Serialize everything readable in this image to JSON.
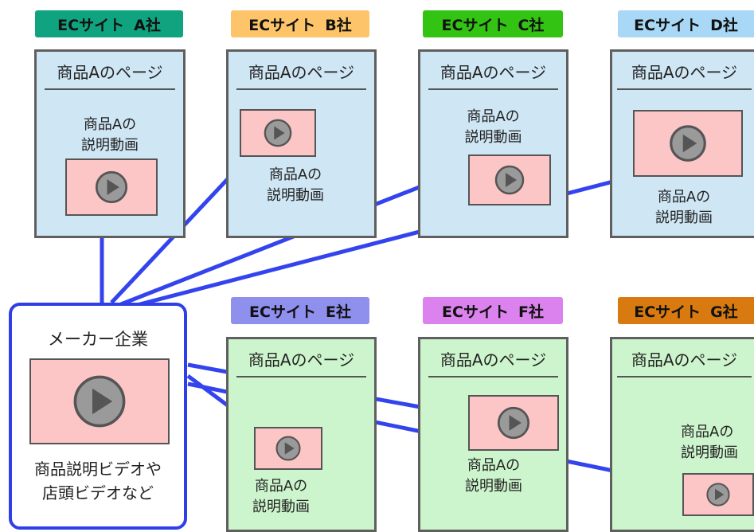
{
  "page_title": "商品Aのページ",
  "video_label": [
    "商品Aの",
    "説明動画"
  ],
  "sites": [
    {
      "name": "ECサイト",
      "company": "A社",
      "tag_color": "#0fa37f",
      "panel_bg": "#cfe6f4"
    },
    {
      "name": "ECサイト",
      "company": "B社",
      "tag_color": "#fdc46a",
      "panel_bg": "#cfe6f4"
    },
    {
      "name": "ECサイト",
      "company": "C社",
      "tag_color": "#33c313",
      "panel_bg": "#cfe6f4"
    },
    {
      "name": "ECサイト",
      "company": "D社",
      "tag_color": "#a8d8f5",
      "panel_bg": "#cfe6f4"
    },
    {
      "name": "ECサイト",
      "company": "E社",
      "tag_color": "#8f8fee",
      "panel_bg": "#cdf5cd"
    },
    {
      "name": "ECサイト",
      "company": "F社",
      "tag_color": "#dc82ee",
      "panel_bg": "#cdf5cd"
    },
    {
      "name": "ECサイト",
      "company": "G社",
      "tag_color": "#d87a10",
      "panel_bg": "#cdf5cd"
    }
  ],
  "maker": {
    "title": "メーカー企業",
    "desc_line1": "商品説明ビデオや",
    "desc_line2": "店頭ビデオなど"
  },
  "colors": {
    "arrow": "#3344ee",
    "video_bg": "#fdc6c6",
    "panel_border": "#5f5f5f"
  }
}
